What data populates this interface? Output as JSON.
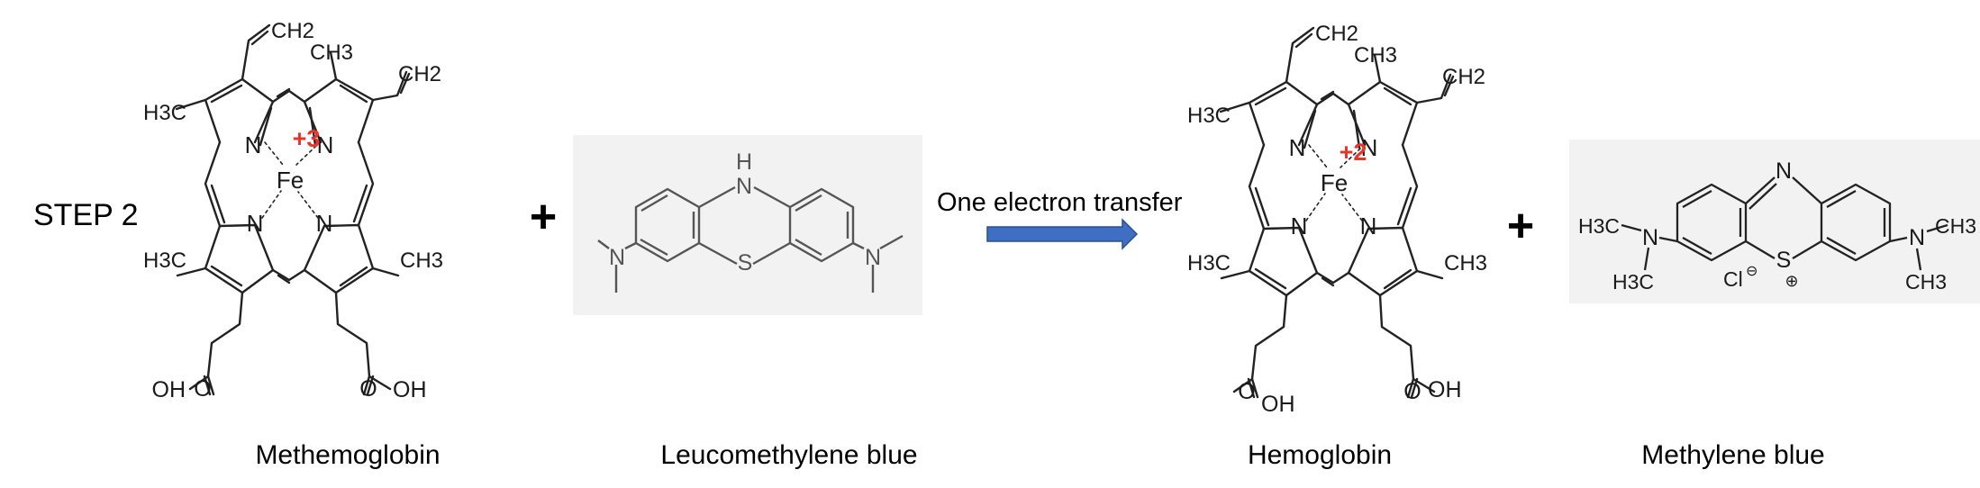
{
  "step_label": "STEP 2",
  "arrow_label": "One electron transfer",
  "plus_sign": "+",
  "colors": {
    "bond": "#222222",
    "oxidation_state": "#e8352b",
    "arrow_fill": "#3f6fc2",
    "arrow_stroke": "#2b4f8e",
    "panel_bg": "#f2f2f2"
  },
  "molecules": [
    {
      "name": "Methemoglobin",
      "metal": "Fe",
      "oxidation_state": "+3",
      "groups": {
        "vinyl": "CH2",
        "methyl": "CH3",
        "methyl_left": "H3C",
        "nitrogen": "N",
        "hydroxyl": "OH",
        "oxygen": "O"
      }
    },
    {
      "name": "Leucomethylene blue",
      "atoms": {
        "nh": "H",
        "n_top": "N",
        "sulfur": "S",
        "n_left": "N",
        "n_right": "N"
      }
    },
    {
      "name": "Hemoglobin",
      "metal": "Fe",
      "oxidation_state": "+2",
      "groups": {
        "vinyl": "CH2",
        "methyl": "CH3",
        "methyl_left": "H3C",
        "nitrogen": "N",
        "hydroxyl": "OH",
        "oxygen": "O"
      }
    },
    {
      "name": "Methylene blue",
      "atoms": {
        "n_top": "N",
        "sulfur": "S",
        "charge": "⊕",
        "counter_ion": "Cl",
        "counter_charge": "⊖",
        "h3c": "H3C",
        "ch3": "CH3",
        "n_left": "N",
        "n_right": "N"
      }
    }
  ]
}
